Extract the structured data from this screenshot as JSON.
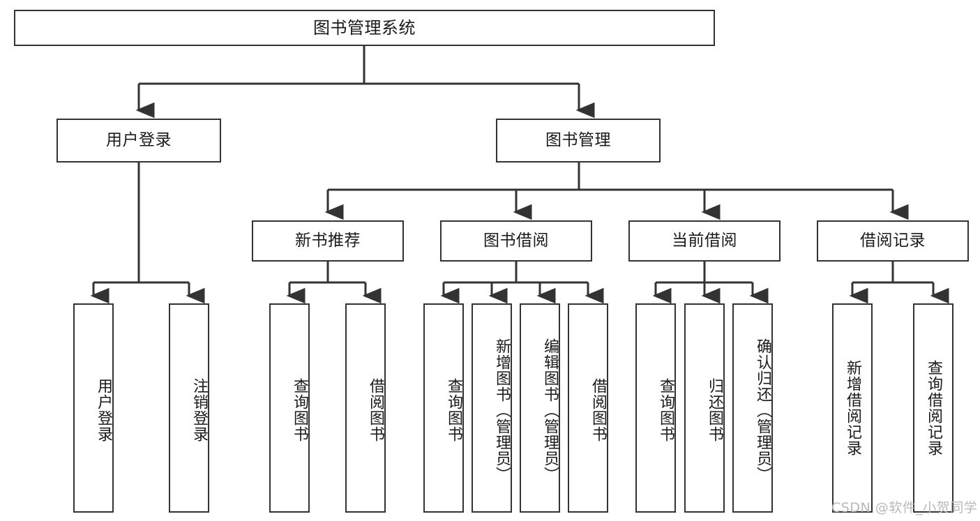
{
  "diagram": {
    "title": "图书管理系统",
    "type": "tree-hierarchy",
    "root": {
      "label": "图书管理系统"
    },
    "level2": [
      {
        "label": "用户登录"
      },
      {
        "label": "图书管理"
      }
    ],
    "level3": [
      {
        "label": "新书推荐"
      },
      {
        "label": "图书借阅"
      },
      {
        "label": "当前借阅"
      },
      {
        "label": "借阅记录"
      }
    ],
    "leaves": {
      "user_login": [
        {
          "label": "用户登录"
        },
        {
          "label": "注销登录"
        }
      ],
      "new_book_recommend": [
        {
          "label": "查询图书"
        },
        {
          "label": "借阅图书"
        }
      ],
      "book_borrow": [
        {
          "label": "查询图书"
        },
        {
          "label": "新增图书（管理员）"
        },
        {
          "label": "编辑图书（管理员）"
        },
        {
          "label": "借阅图书"
        }
      ],
      "current_borrow": [
        {
          "label": "查询图书"
        },
        {
          "label": "归还图书"
        },
        {
          "label": "确认归还（管理员）"
        }
      ],
      "borrow_record": [
        {
          "label": "新增借阅记录"
        },
        {
          "label": "查询借阅记录"
        }
      ]
    }
  },
  "watermark": {
    "text": "CSDN @软件_小贺同学"
  },
  "colors": {
    "stroke": "#333333",
    "fill": "#ffffff",
    "text": "#1a1a1a",
    "watermark": "#b9b9b9"
  }
}
